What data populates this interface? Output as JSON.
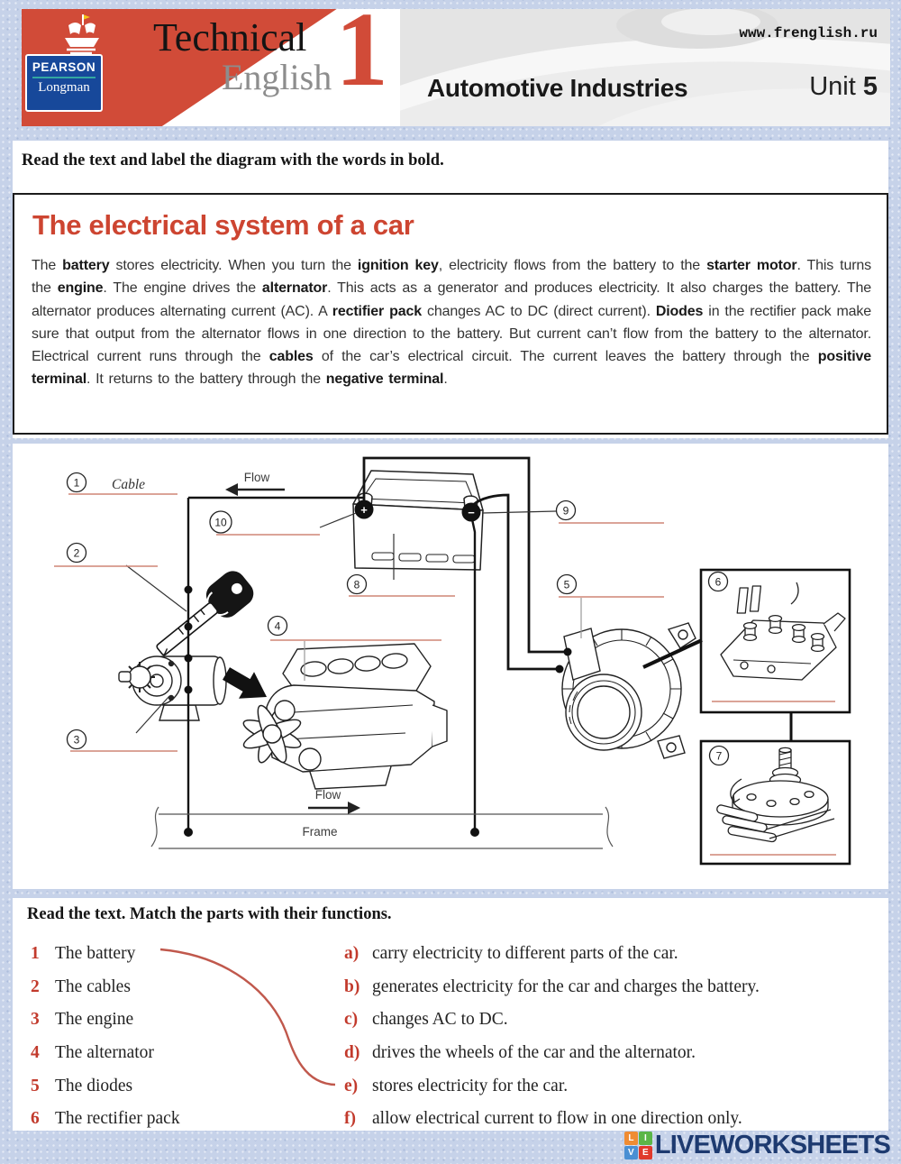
{
  "colors": {
    "band_red": "#d14b38",
    "publisher_blue": "#17489a",
    "publisher_teal": "#33a7a1",
    "title_red": "#cd4531",
    "match_red": "#c23a2c",
    "blank_line": "#cf8577",
    "curve_red": "#c0584c",
    "logo_navy": "#1d3a70",
    "logo_square_colors": [
      "#ef8c33",
      "#5ab648",
      "#4a8fd3",
      "#e03a2c"
    ]
  },
  "header": {
    "site_url": "www.frenglish.ru",
    "unit_title": "Automotive Industries",
    "unit_label": "Unit",
    "unit_number": "5",
    "brand": {
      "publisher_line1": "PEARSON",
      "publisher_line2": "Longman",
      "series_line1": "Technical",
      "series_line2": "English",
      "series_number": "1"
    }
  },
  "section1": {
    "instruction": "Read the text and label the diagram with the words in bold.",
    "box_title": "The electrical system of a car",
    "paragraph": [
      {
        "t": "The "
      },
      {
        "t": "battery",
        "b": 1
      },
      {
        "t": " stores electricity. When you turn the "
      },
      {
        "t": "ignition key",
        "b": 1
      },
      {
        "t": ", electricity flows from the battery to the "
      },
      {
        "t": "starter motor",
        "b": 1
      },
      {
        "t": ". This turns the "
      },
      {
        "t": "engine",
        "b": 1
      },
      {
        "t": ". The engine drives the "
      },
      {
        "t": "alternator",
        "b": 1
      },
      {
        "t": ". This acts as a generator and produces electricity. It also charges the battery. The alternator produces alternating current (AC). A "
      },
      {
        "t": "rectifier pack",
        "b": 1
      },
      {
        "t": " changes AC to DC (direct current). "
      },
      {
        "t": "Diodes",
        "b": 1
      },
      {
        "t": " in the rectifier pack make sure that output from the alternator flows in one direction to the battery. But current can’t flow from the battery to the alternator. Electrical current runs through the "
      },
      {
        "t": "cables",
        "b": 1
      },
      {
        "t": " of the car’s electrical circuit. The current leaves the battery through the "
      },
      {
        "t": "positive terminal",
        "b": 1
      },
      {
        "t": ". It returns to the battery through the "
      },
      {
        "t": "negative terminal",
        "b": 1
      },
      {
        "t": "."
      }
    ]
  },
  "diagram": {
    "numbers": [
      "1",
      "2",
      "3",
      "4",
      "5",
      "6",
      "7",
      "8",
      "9",
      "10"
    ],
    "labels": {
      "example_answer": "Cable",
      "flow_top": "Flow",
      "flow_bottom": "Flow",
      "frame": "Frame",
      "battery_plus": "+",
      "battery_minus": "−"
    }
  },
  "section2": {
    "instruction": "Read the text. Match the parts with their functions.",
    "parts": [
      {
        "num": "1",
        "label": "The battery"
      },
      {
        "num": "2",
        "label": "The cables"
      },
      {
        "num": "3",
        "label": "The engine"
      },
      {
        "num": "4",
        "label": "The alternator"
      },
      {
        "num": "5",
        "label": "The diodes"
      },
      {
        "num": "6",
        "label": "The rectifier pack"
      }
    ],
    "functions": [
      {
        "letter": "a)",
        "text": "carry electricity to different parts of the car."
      },
      {
        "letter": "b)",
        "text": "generates electricity for the car and charges the battery."
      },
      {
        "letter": "c)",
        "text": "changes AC to DC."
      },
      {
        "letter": "d)",
        "text": "drives the wheels of the car and the alternator."
      },
      {
        "letter": "e)",
        "text": "stores electricity for the car."
      },
      {
        "letter": "f)",
        "text": "allow electrical current to flow in one direction only."
      }
    ],
    "drawn_match": {
      "part": "1",
      "function": "e"
    }
  },
  "footer": {
    "logo_squares": [
      "L",
      "I",
      "V",
      "E"
    ],
    "logo_text": "LIVEWORKSHEETS"
  }
}
